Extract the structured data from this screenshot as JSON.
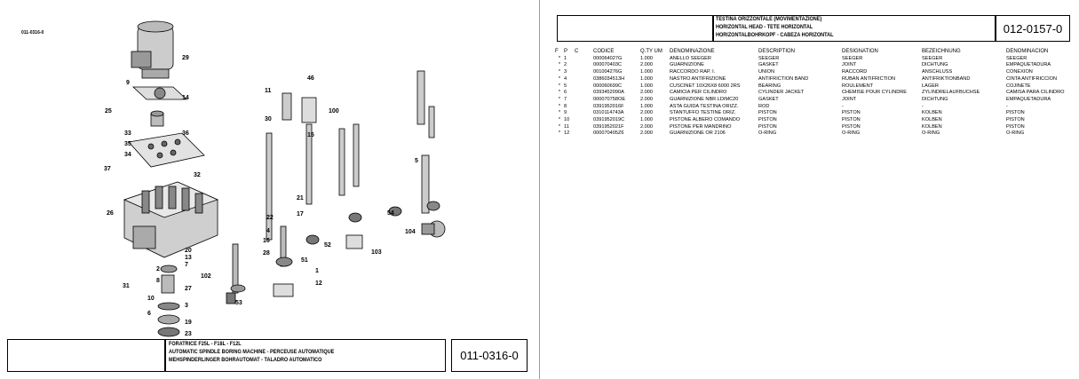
{
  "left_page": {
    "ref_code": "011-0316-0",
    "title_block": {
      "line1": "FORATRICE F25L - F18L - F12L",
      "line2": "AUTOMATIC SPINDLE BORING MACHINE - PERCEUSE AUTOMATIQUE",
      "line3": "MEHSPINDERLINGER BOHRAUTOMAT - TALADRO AUTOMATICO"
    },
    "drawing_code": "011-0316-0",
    "callouts": [
      "29",
      "9",
      "14",
      "25",
      "33",
      "36",
      "35",
      "34",
      "37",
      "32",
      "26",
      "20",
      "13",
      "7",
      "2",
      "8",
      "27",
      "31",
      "102",
      "10",
      "3",
      "6",
      "19",
      "23",
      "11",
      "30",
      "100",
      "15",
      "46",
      "21",
      "17",
      "22",
      "4",
      "16",
      "28",
      "51",
      "53",
      "1",
      "12",
      "52",
      "103",
      "54",
      "104",
      "5"
    ]
  },
  "right_page": {
    "title_block": {
      "line1": "TESTINA ORIZZONTALE (MOVIMENTAZIONE)",
      "line2": "HORIZONTAL HEAD - TETE HORIZONTAL",
      "line3": "HORIZONTALBOHRKOPF - CABEZA HORIZONTAL"
    },
    "drawing_code": "012-0157-0",
    "columns": [
      "F",
      "P",
      "C",
      "CODICE",
      "Q.TY UM",
      "DENOMINAZIONE",
      "DESCRIPTION",
      "DESIGNATION",
      "BEZEICHNUNG",
      "DENOMINACION"
    ],
    "rows": [
      [
        "*",
        "1",
        "",
        "000064027G",
        "1.000",
        "ANELLO SEEGER",
        "SEEGER",
        "SEEGER",
        "SEEGER",
        "SEEGER"
      ],
      [
        "*",
        "2",
        "",
        "000070403C",
        "2.000",
        "GUARNIZIONE",
        "GASKET",
        "JOINT",
        "DICHTUNG",
        "EMPAQUETADURA"
      ],
      [
        "*",
        "3",
        "",
        "001004276G",
        "1.000",
        "RACCORDO RAP. I.",
        "UNION",
        "RACCORD",
        "ANSCHLUSS",
        "CONEXION"
      ],
      [
        "*",
        "4",
        "",
        "0386034513H",
        "1.000",
        "NASTRO ANTIFRIZIONE",
        "ANTIFRICTION BAND",
        "RUBAN ANTIFRICTION",
        "ANTIFRIKTIONBAND",
        "CINTA ANTIFRICCION"
      ],
      [
        "*",
        "5",
        "",
        "000060699C",
        "1.000",
        "CUSCINET 10X26X8 6000 2RS",
        "BEARING",
        "ROULEMENT",
        "LAGER",
        "COJINETE"
      ],
      [
        "*",
        "6",
        "",
        "0393452090A",
        "2.000",
        "CAMICIA PER CILINDRO",
        "CYLINDER JACKET",
        "CHEMISE POUR CYLINDRE",
        "ZYLINDRELAUFBUCHSE",
        "CAMISA PARA CILINDRO"
      ],
      [
        "*",
        "7",
        "",
        "000070758OE",
        "2.000",
        "GUARNIZIONE NBR LDIMC20",
        "GASKET",
        "JOINT",
        "DICHTUNG",
        "EMPAQUETADURA"
      ],
      [
        "*",
        "8",
        "",
        "0391952016F",
        "1.000",
        "ASTA GUIDA TESTINA ORIZZ.",
        "ROD",
        "-",
        "-",
        "-"
      ],
      [
        "*",
        "9",
        "",
        "0310114743A",
        "2.000",
        "STANTUFFO TESTINE ORIZ.",
        "PISTON",
        "PISTON",
        "KOLBEN",
        "PISTON"
      ],
      [
        "*",
        "10",
        "",
        "0391952019C",
        "1.000",
        "PISTONE ALBERO COMANDO",
        "PISTON",
        "PISTON",
        "KOLBEN",
        "PISTON"
      ],
      [
        "*",
        "11",
        "",
        "0391952021F",
        "2.000",
        "PISTONE PER MANDRINO",
        "PISTON",
        "PISTON",
        "KOLBEN",
        "PISTON"
      ],
      [
        "*",
        "12",
        "",
        "000070405Z6",
        "2.000",
        "GUARNIZIONE OR 2106",
        "O-RING",
        "O-RING",
        "O-RING",
        "O-RING"
      ]
    ]
  }
}
